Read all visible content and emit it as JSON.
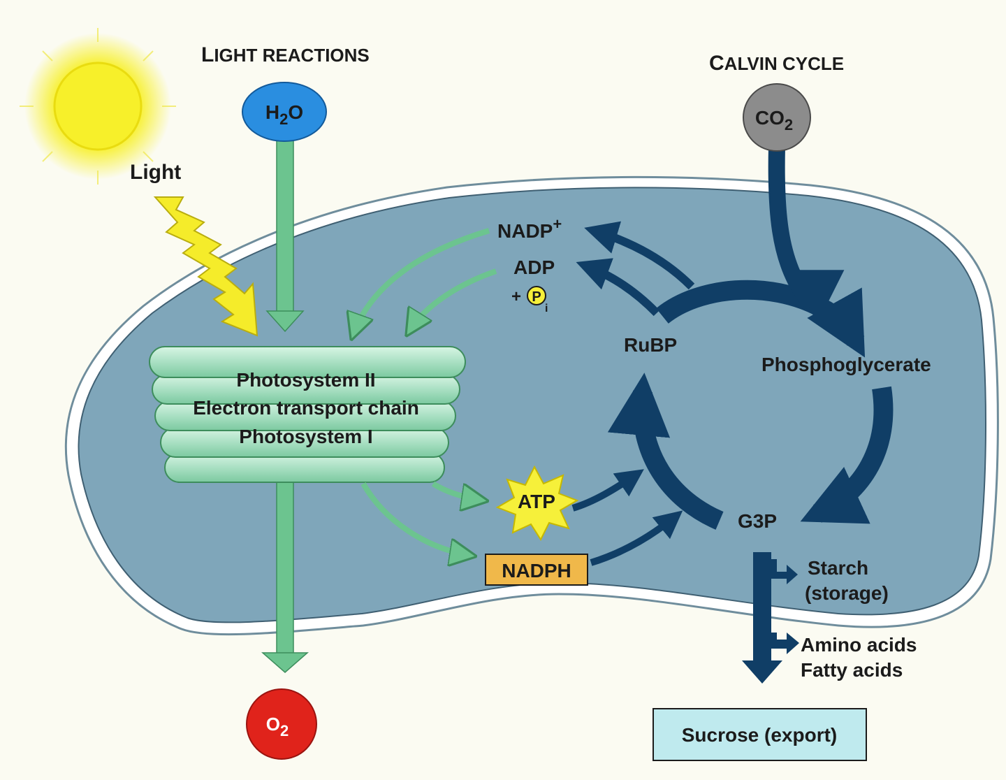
{
  "headers": {
    "light_reactions_first": "L",
    "light_reactions_rest": "IGHT REACTIONS",
    "calvin_cycle_first": "C",
    "calvin_cycle_rest": "ALVIN CYCLE"
  },
  "light_label": "Light",
  "molecules": {
    "water_main": "H",
    "water_sub": "2",
    "water_tail": "O",
    "co2_main": "CO",
    "co2_sub": "2",
    "o2_main": "O",
    "o2_sub": "2"
  },
  "thylakoid": {
    "line1": "Photosystem II",
    "line2": "Electron transport chain",
    "line3": "Photosystem I"
  },
  "cofactors": {
    "nadp_main": "NADP",
    "nadp_sup": "+",
    "adp": "ADP",
    "plus": "+",
    "pi_main": "P",
    "pi_sub": "i",
    "atp": "ATP",
    "nadph": "NADPH"
  },
  "calvin": {
    "rubp": "RuBP",
    "phosphoglycerate": "Phosphoglycerate",
    "g3p": "G3P"
  },
  "products": {
    "starch_line1": "Starch",
    "starch_line2": "(storage)",
    "amino": "Amino acids",
    "fatty": "Fatty acids",
    "sucrose": "Sucrose (export)"
  },
  "colors": {
    "stroma": "#7fa6ba",
    "thylakoid": "#a9e0c3",
    "green_arrow": "#6cc48f",
    "calvin_arrow": "#103e66",
    "water": "#2a8ee0",
    "co2": "#8c8c8c",
    "o2": "#e0231b",
    "sun": "#f7f02a",
    "atp_burst": "#f6f03a",
    "nadph_box": "#f0b84a",
    "sucrose_box": "#bfeaee"
  }
}
